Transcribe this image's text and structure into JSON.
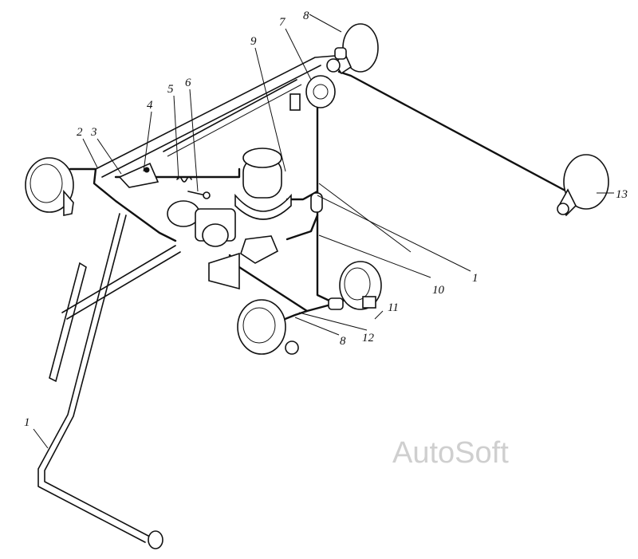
{
  "callouts": [
    "1",
    "2",
    "3",
    "4",
    "5",
    "6",
    "7",
    "8",
    "9",
    "10",
    "1",
    "11",
    "12",
    "8",
    "13"
  ],
  "watermark": "AutoSoft",
  "colors": {
    "line": "#111111",
    "background": "#ffffff",
    "watermark": "#cfcfcf"
  }
}
